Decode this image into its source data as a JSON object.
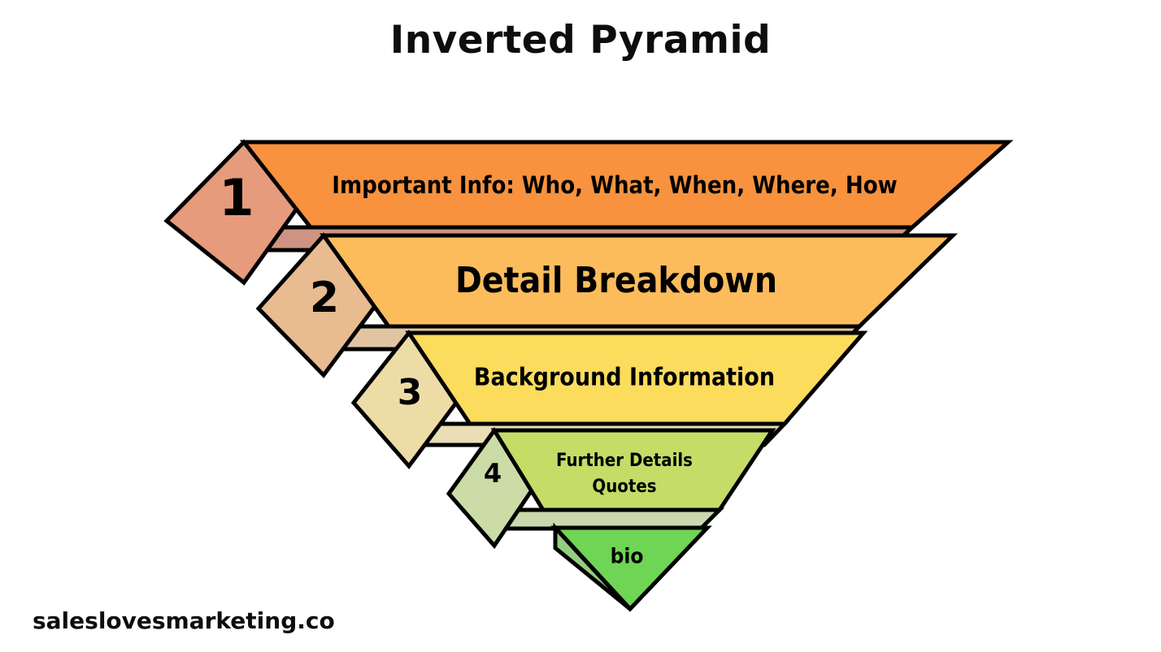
{
  "page": {
    "title": "Inverted Pyramid",
    "footer": "saleslovesmarketing.co",
    "background_color": "#FFFFFF",
    "text_color": "#000000",
    "outline_color": "#000000"
  },
  "chart_data": {
    "type": "diagram",
    "diagram_type": "inverted-pyramid",
    "title": "Inverted Pyramid",
    "orientation": "top-wide-to-bottom-narrow",
    "level_count": 5,
    "levels": [
      {
        "number": "1",
        "label": "Important Info: Who, What, When, Where, How",
        "label_lines": [
          "Important Info: Who, What, When, Where, How"
        ],
        "body_color": "#F8923E",
        "tab_color": "#E59B7C",
        "shelf_color": "#CE9383",
        "label_font_size": 29,
        "number_font_size": 62,
        "has_number_tab": true
      },
      {
        "number": "2",
        "label": "Detail Breakdown",
        "label_lines": [
          "Detail Breakdown"
        ],
        "body_color": "#FCBC5C",
        "tab_color": "#E8BB90",
        "shelf_color": "#E1C5A2",
        "label_font_size": 44,
        "number_font_size": 52,
        "has_number_tab": true
      },
      {
        "number": "3",
        "label": "Background Information",
        "label_lines": [
          "Background Information"
        ],
        "body_color": "#FBDC5D",
        "tab_color": "#EEDCA6",
        "shelf_color": "#E9DEB6",
        "label_font_size": 30,
        "number_font_size": 44,
        "has_number_tab": true
      },
      {
        "number": "4",
        "label": "Further Details Quotes",
        "label_lines": [
          "Further Details",
          "Quotes"
        ],
        "body_color": "#C5DC67",
        "tab_color": "#CBDCA7",
        "shelf_color": "#CAD9AD",
        "label_font_size": 22,
        "number_font_size": 32,
        "has_number_tab": true
      },
      {
        "number": "",
        "label": "bio",
        "label_lines": [
          "bio"
        ],
        "body_color": "#6FD554",
        "tab_color": "#93CE80",
        "shelf_color": "#93CE80",
        "label_font_size": 26,
        "number_font_size": 0,
        "has_number_tab": false
      }
    ]
  }
}
